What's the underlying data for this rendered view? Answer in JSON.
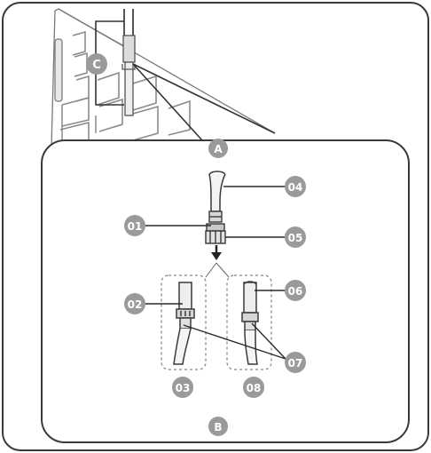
{
  "callouts": {
    "c": "C",
    "a": "A",
    "b": "B",
    "n01": "01",
    "n02": "02",
    "n03": "03",
    "n04": "04",
    "n05": "05",
    "n06": "06",
    "n07": "07",
    "n08": "08"
  },
  "colors": {
    "badge_fill": "#9a9a9a",
    "badge_text": "#ffffff",
    "stroke": "#3a3a3a",
    "panel_line": "#888888"
  }
}
